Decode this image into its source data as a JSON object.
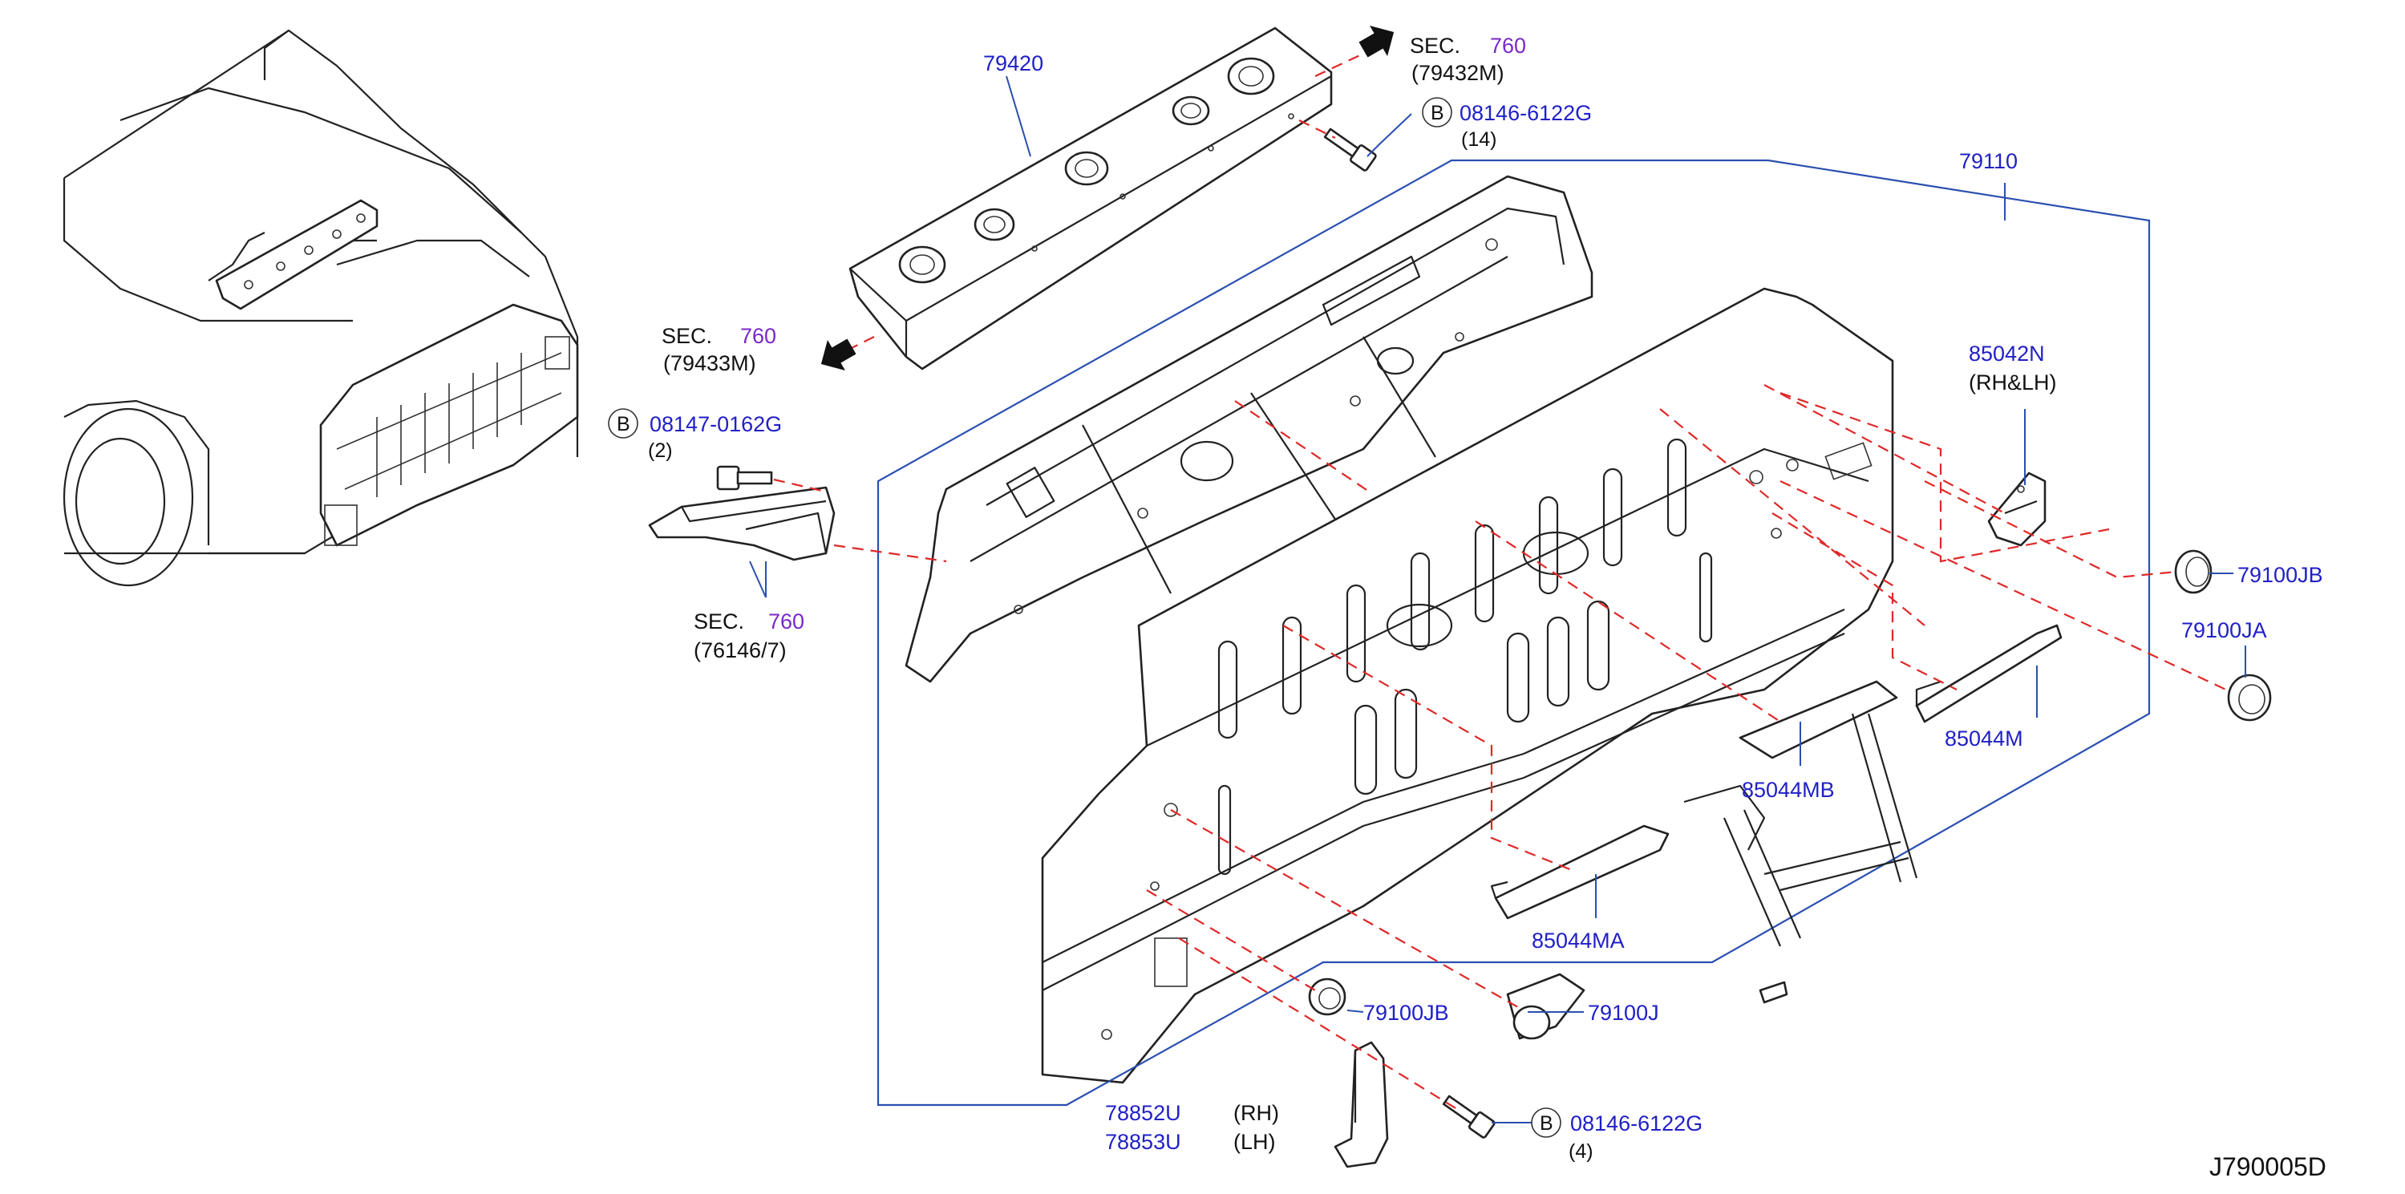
{
  "diagram_code": "J790005D",
  "labels": {
    "p79420": "79420",
    "p79110": "79110",
    "p85042N": "85042N",
    "p85042N_note": "(RH&LH)",
    "p79100JB_a": "79100JB",
    "p79100JA": "79100JA",
    "p85044M": "85044M",
    "p85044MB": "85044MB",
    "p85044MA": "85044MA",
    "p79100JB_b": "79100JB",
    "p79100J": "79100J",
    "p78852U": "78852U",
    "p78853U": "78853U",
    "rh": "(RH)",
    "lh": "(LH)"
  },
  "bolts": {
    "top": {
      "marker": "B",
      "part": "08146-6122G",
      "qty": "(14)"
    },
    "left": {
      "marker": "B",
      "part": "08147-0162G",
      "qty": "(2)"
    },
    "bottom": {
      "marker": "B",
      "part": "08146-6122G",
      "qty": "(4)"
    }
  },
  "section_refs": {
    "top_right": {
      "prefix": "SEC.",
      "num": "760",
      "sub": "(79432M)"
    },
    "left": {
      "prefix": "SEC.",
      "num": "760",
      "sub": "(79433M)"
    },
    "bracket": {
      "prefix": "SEC.",
      "num": "760",
      "sub": "(76146/7)"
    }
  },
  "colors": {
    "part_number": "#2020c8",
    "section_number": "#7a28c8",
    "leader": "#2a4fb0",
    "dashed_line": "#e02828",
    "outline": "#222222"
  },
  "icons": [
    "arrow-icon",
    "bolt-icon",
    "grommet-icon",
    "clip-icon"
  ]
}
